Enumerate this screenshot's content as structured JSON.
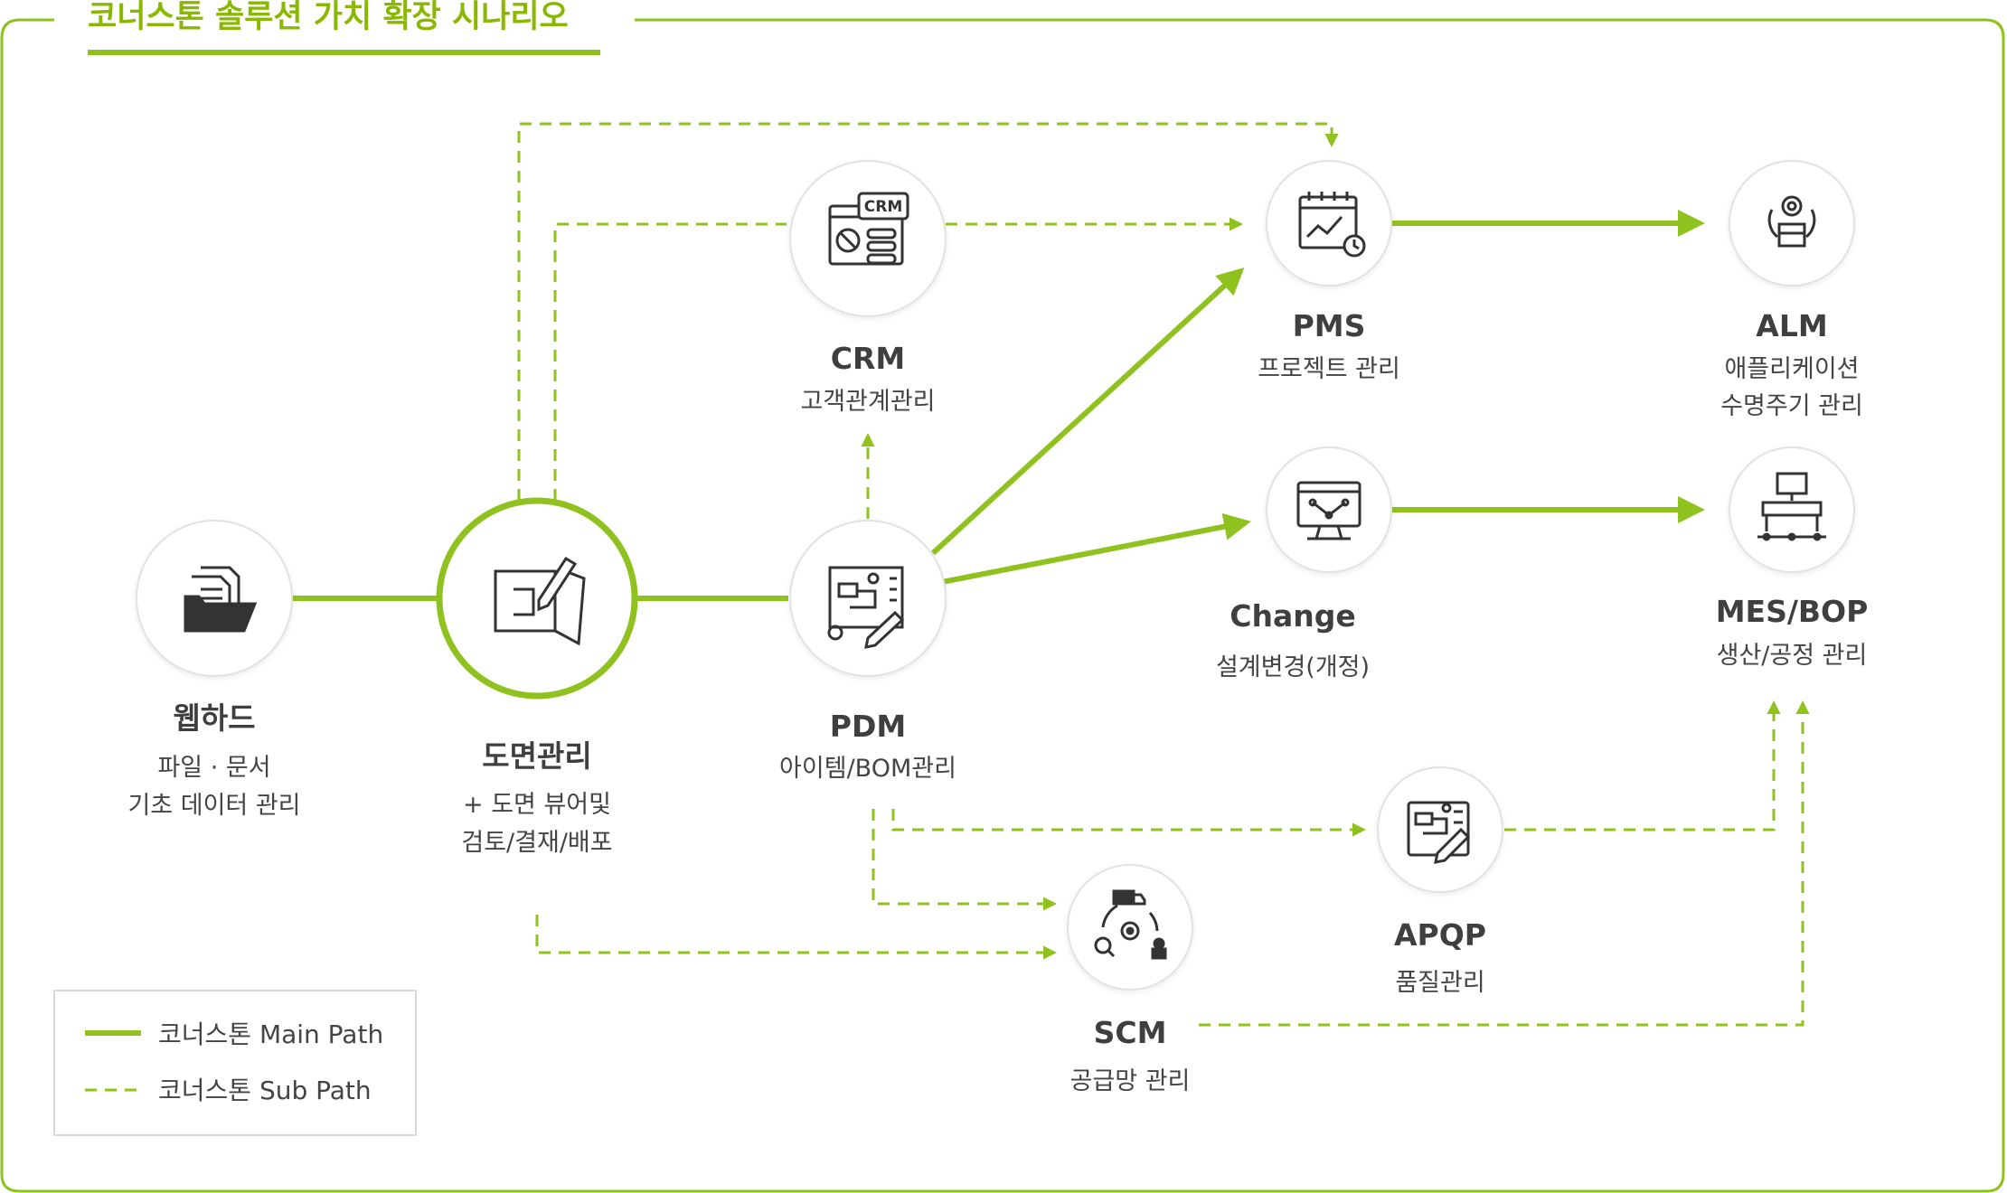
{
  "frame": {
    "title": "코너스톤 솔루션 가치 확장 시나리오"
  },
  "colors": {
    "accent": "#8fc21f",
    "node_border": "#e2e2e2",
    "title_text": "#3f3f3f"
  },
  "nodes": {
    "webhard": {
      "title": "웹하드",
      "line1": "파일 · 문서",
      "line2": "기초 데이터 관리",
      "icon": "folder-documents-icon"
    },
    "drawing": {
      "title": "도면관리",
      "line1": "+ 도면 뷰어및",
      "line2": "검토/결재/배포",
      "icon": "drawing-pen-icon"
    },
    "crm": {
      "title": "CRM",
      "line1": "고객관계관리",
      "icon": "crm-dashboard-icon",
      "icon_text": "CRM"
    },
    "pdm": {
      "title": "PDM",
      "line1": "아이템/BOM관리",
      "icon": "blueprint-pencil-icon"
    },
    "pms": {
      "title": "PMS",
      "line1": "프로젝트 관리",
      "icon": "calendar-chart-clock-icon"
    },
    "alm": {
      "title": "ALM",
      "line1": "애플리케이션",
      "line2": "수명주기 관리",
      "icon": "gear-cycle-box-icon"
    },
    "change": {
      "title": "Change",
      "line1": "설계변경(개정)",
      "icon": "monitor-flow-icon"
    },
    "mesbop": {
      "title": "MES/BOP",
      "line1": "생산/공정 관리",
      "icon": "factory-robot-icon"
    },
    "apqp": {
      "title": "APQP",
      "line1": "품질관리",
      "icon": "quality-blueprint-icon"
    },
    "scm": {
      "title": "SCM",
      "line1": "공급망 관리",
      "icon": "supply-chain-icon"
    }
  },
  "legend": {
    "main_label": "코너스톤 Main Path",
    "sub_label": "코너스톤 Sub Path"
  }
}
